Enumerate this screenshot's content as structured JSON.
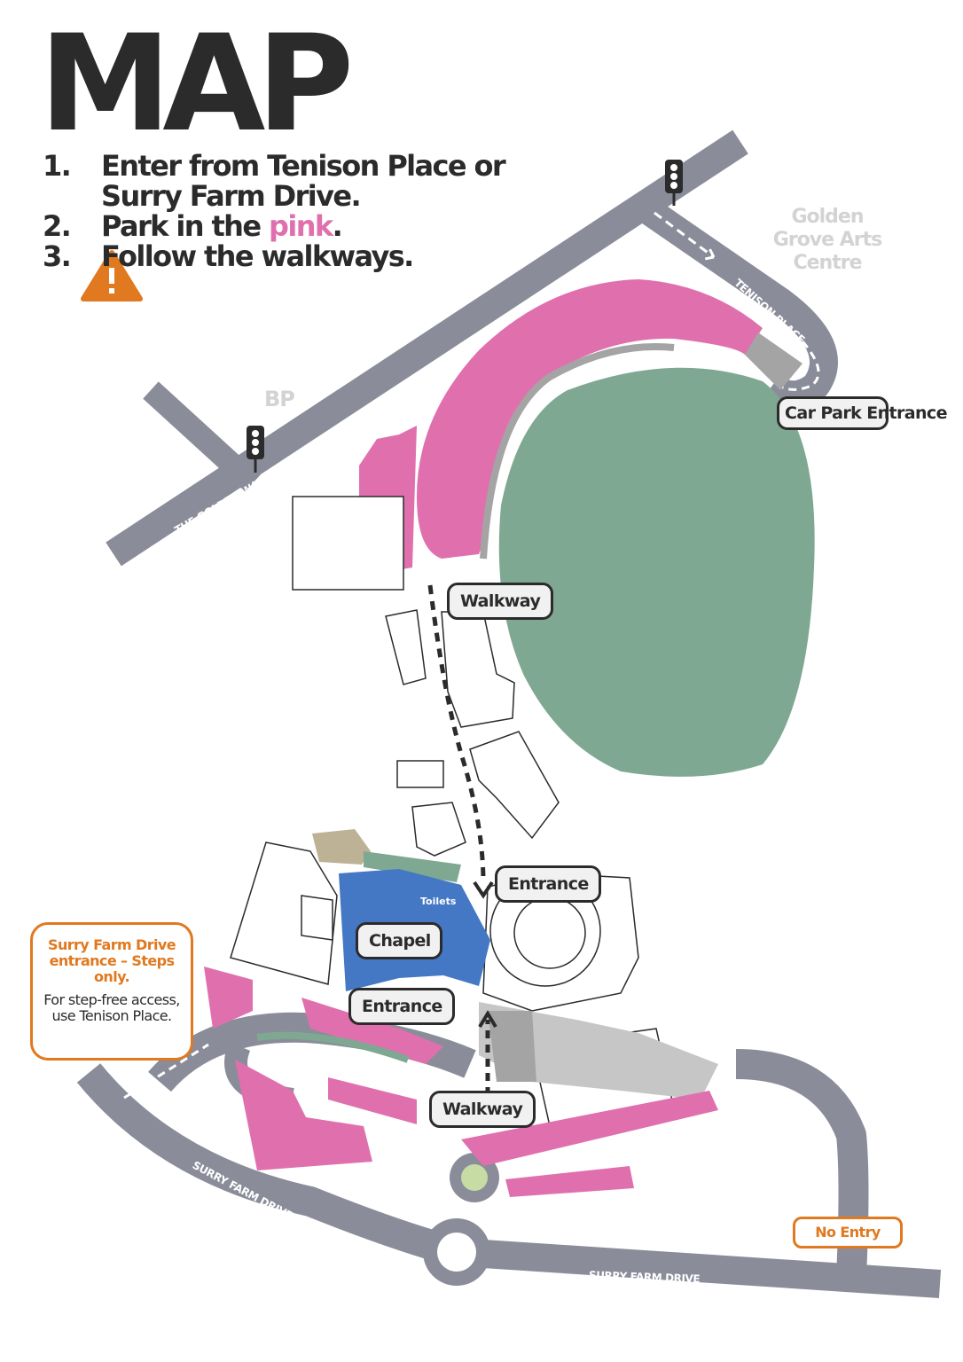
{
  "title": "MAP",
  "steps": [
    {
      "num": "1.",
      "text": "Enter from Tenison Place or Surry Farm Drive."
    },
    {
      "num": "2.",
      "text_before": "Park in the ",
      "highlight": "pink",
      "text_after": "."
    },
    {
      "num": "3.",
      "text": "Follow the walkways."
    }
  ],
  "places": {
    "bp": "BP",
    "arts_centre": "Golden Grove Arts Centre",
    "toilets": "Toilets",
    "chapel": "Chapel"
  },
  "roads": {
    "golden_way_1": "THE GOLDEN WAY",
    "golden_way_2": "THE GOLDEN WAY",
    "tenison_place": "TENISON PLACE",
    "surry_farm_1": "SURRY FARM DRIVE",
    "surry_farm_2": "SURRY FARM DRIVE"
  },
  "labels": {
    "car_park_entrance": "Car Park Entrance",
    "walkway_top": "Walkway",
    "entrance_right": "Entrance",
    "entrance_left": "Entrance",
    "walkway_bottom": "Walkway",
    "no_entry": "No Entry"
  },
  "warning": {
    "icon": "warning-triangle-icon",
    "heading": "Surry Farm Drive entrance – Steps only.",
    "body": "For step-free access, use Tenison Place."
  },
  "colors": {
    "road": "#8a8d99",
    "parking": "#e070ad",
    "oval": "#7fa892",
    "chapel": "#4478c4",
    "warning": "#e0791f",
    "ink": "#2b2b2b"
  }
}
